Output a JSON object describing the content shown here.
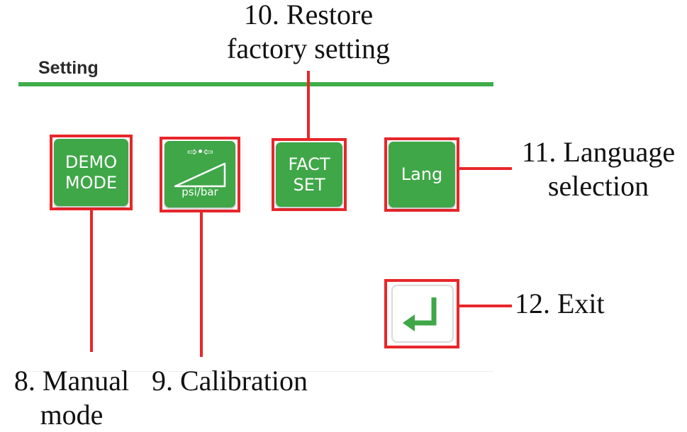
{
  "screen": {
    "title": "Setting"
  },
  "buttons": {
    "demo_mode": {
      "line1": "DEMO",
      "line2": "MODE"
    },
    "calibration": {
      "arrows": "⇨•⇦",
      "unit": "psi/bar"
    },
    "fact_set": {
      "line1": "FACT",
      "line2": "SET"
    },
    "lang": {
      "label": "Lang"
    },
    "exit": {
      "icon": "return-arrow-icon"
    }
  },
  "callouts": {
    "restore": {
      "line1": "10. Restore",
      "line2": "factory setting"
    },
    "language": {
      "line1": "11. Language",
      "line2": "selection"
    },
    "exit": {
      "line1": "12. Exit"
    },
    "manual": {
      "line1": "8. Manual",
      "line2": "mode"
    },
    "calibration": {
      "line1": "9. Calibration"
    }
  },
  "colors": {
    "accent_green": "#3fa748",
    "highlight_red": "#e8262a"
  }
}
